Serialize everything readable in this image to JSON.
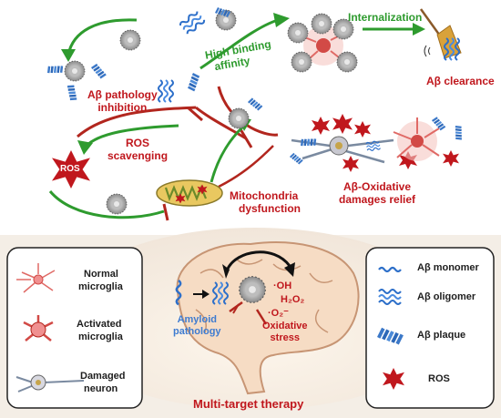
{
  "top": {
    "pathology_inhibition": [
      "Aβ pathology",
      "inhibition"
    ],
    "binding": [
      "High binding",
      "affinity"
    ],
    "internalization": "Internalization",
    "clearance": "Aβ clearance",
    "ros_scavenging": [
      "ROS",
      "scavenging"
    ],
    "ros_star": "ROS",
    "mitochondria": [
      "Mitochondria",
      "dysfunction"
    ],
    "oxidative_relief": [
      "Aβ-Oxidative",
      "damages relief"
    ]
  },
  "left_legend": {
    "items": [
      {
        "label": [
          "Normal",
          "microglia"
        ]
      },
      {
        "label": [
          "Activated",
          "microglia"
        ]
      },
      {
        "label": [
          "Damaged",
          "neuron"
        ]
      }
    ]
  },
  "brain": {
    "oh": "·OH",
    "h2o2": "H₂O₂",
    "o2": "·O₂⁻",
    "amyloid": [
      "Amyloid",
      "pathology"
    ],
    "oxidative": [
      "Oxidative",
      "stress"
    ],
    "title": "Multi-target therapy"
  },
  "right_legend": {
    "items": [
      {
        "label": "Aβ monomer"
      },
      {
        "label": "Aβ oligomer"
      },
      {
        "label": "Aβ plaque"
      },
      {
        "label": "ROS"
      }
    ]
  },
  "colors": {
    "red": "#c0171d",
    "green": "#2e9b2e",
    "blue": "#3e7bd0",
    "brain": "#f6dcc4",
    "panel_bg": "#f4eee6"
  }
}
